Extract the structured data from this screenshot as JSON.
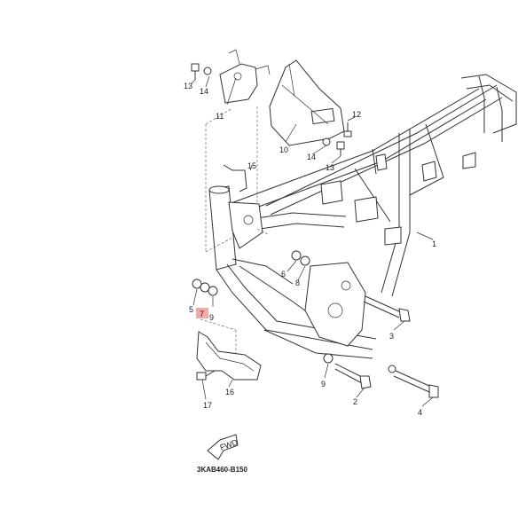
{
  "diagram": {
    "part_labels": [
      "1",
      "2",
      "3",
      "4",
      "5",
      "6",
      "7",
      "8",
      "9",
      "9",
      "10",
      "11",
      "12",
      "13",
      "13",
      "14",
      "14",
      "15",
      "16",
      "17"
    ],
    "highlighted_label": "7",
    "highlight_color": "#f7a6a6",
    "fwd_label": "FWD",
    "diagram_code": "3KAB460-B150"
  }
}
